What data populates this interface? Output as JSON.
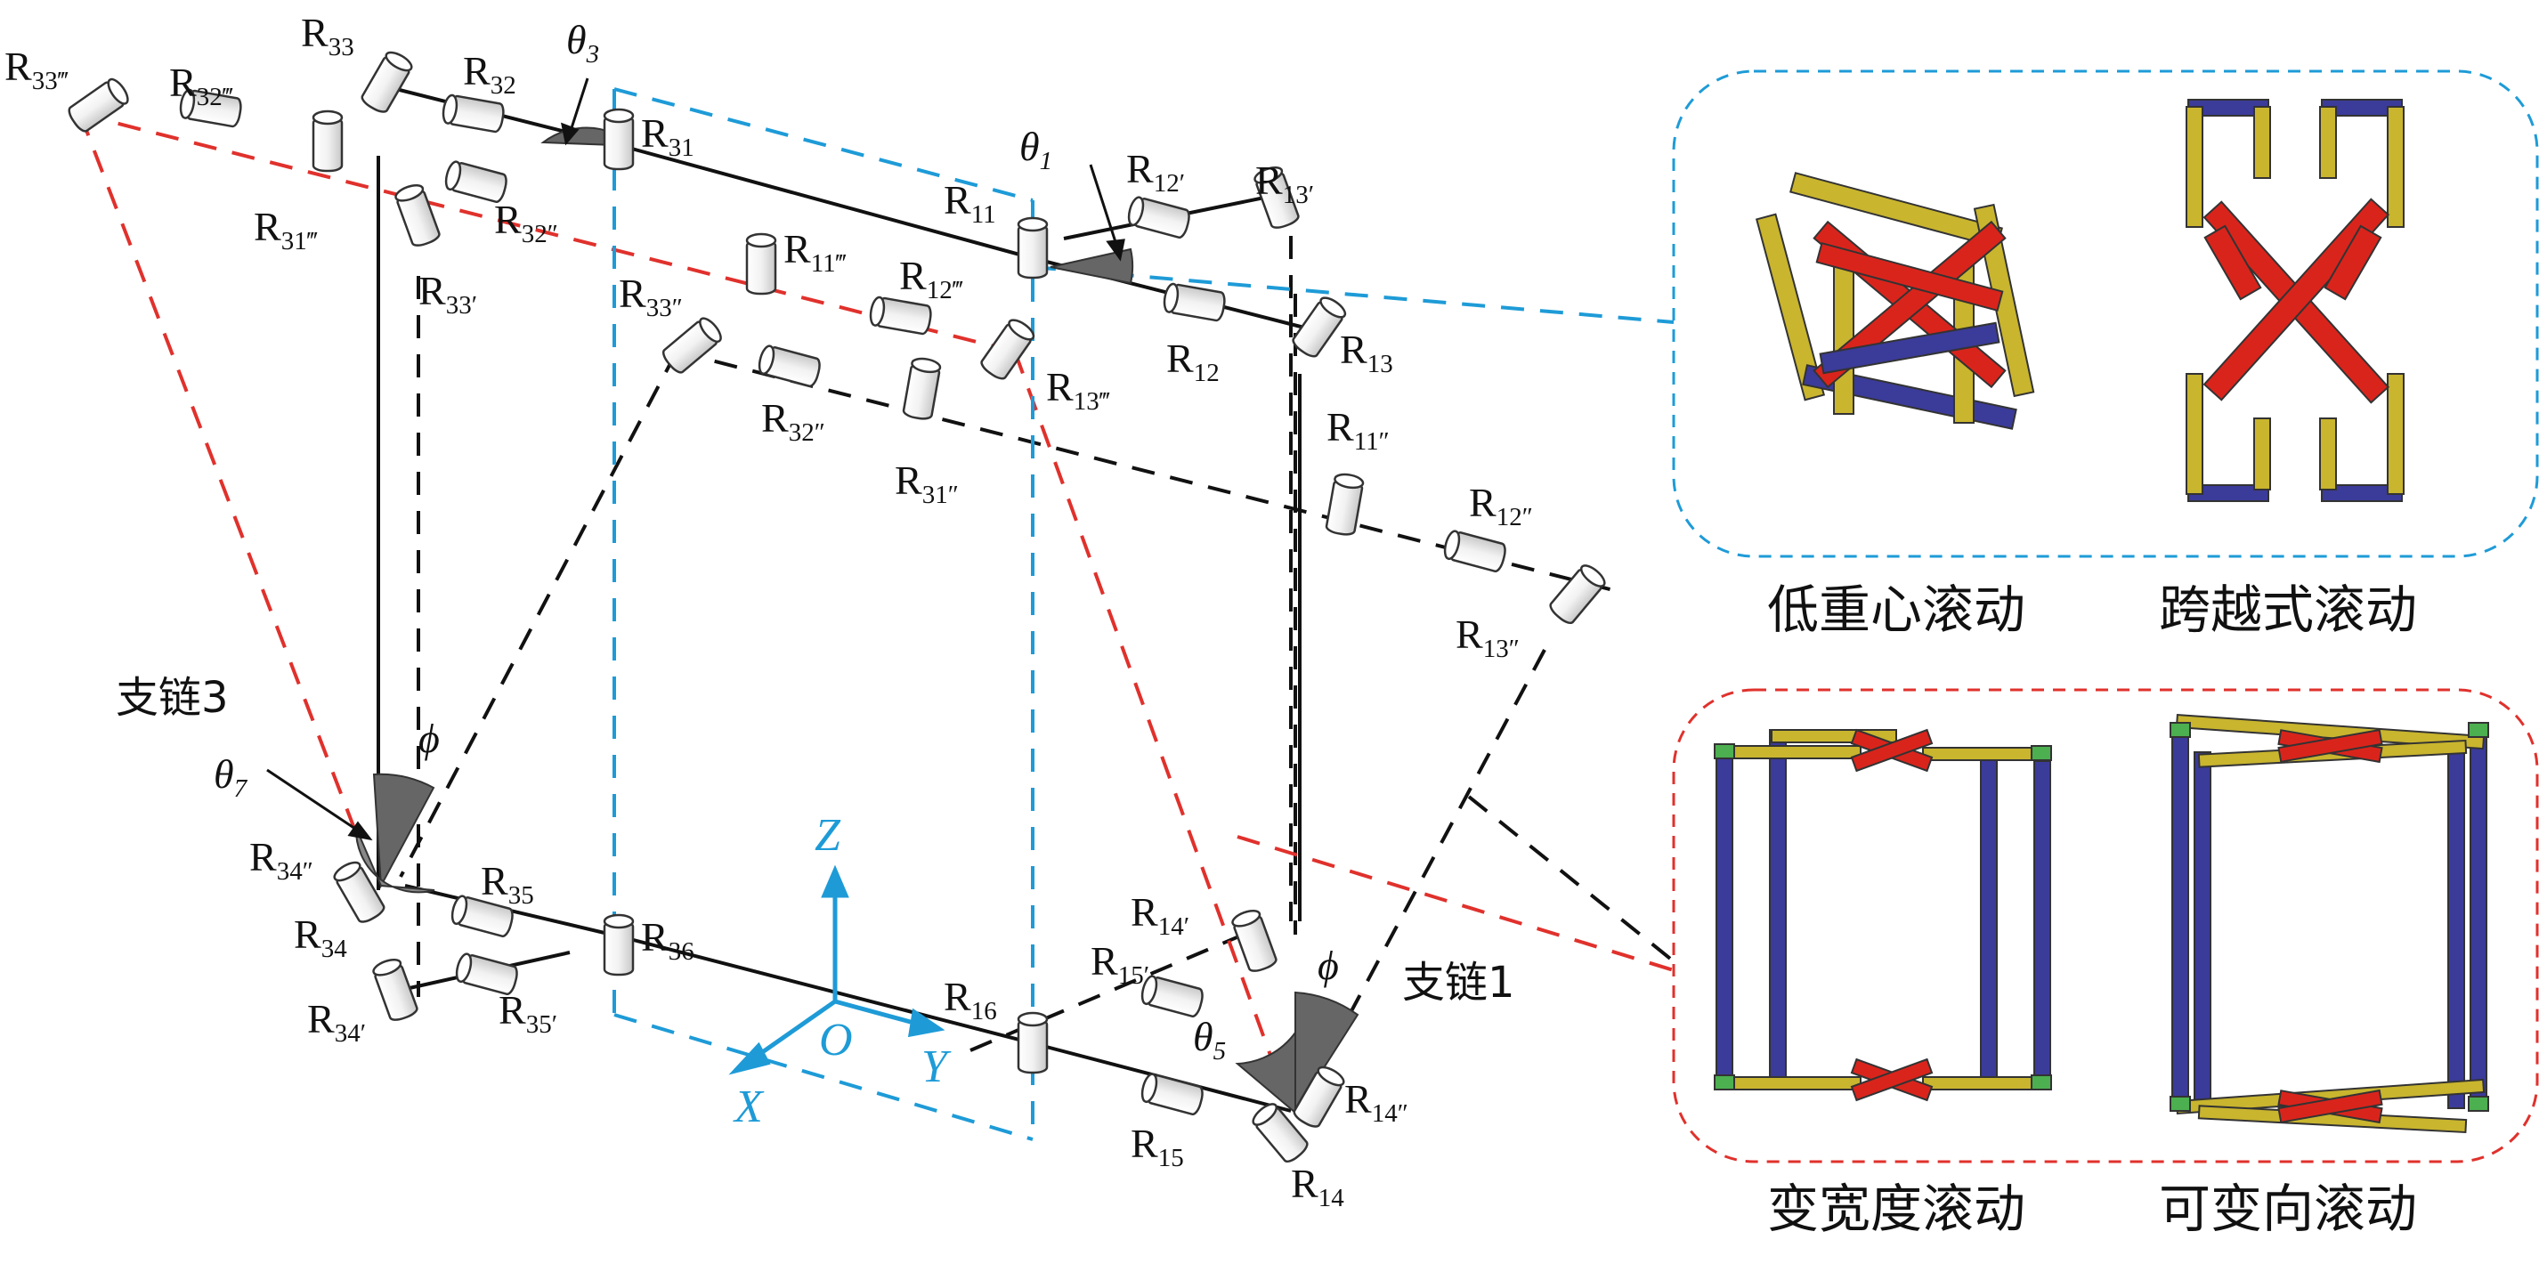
{
  "joints": {
    "R33ppp": "R33‴",
    "R32ppp": "R32‴",
    "R33": "R33",
    "R32": "R32",
    "R31": "R31",
    "R31ppp": "R31‴",
    "R32pp": "R32″",
    "R33p": "R33′",
    "R11": "R11",
    "R11ppp": "R11‴",
    "R12p": "R12′",
    "R13p": "R13′",
    "R12ppp": "R12‴",
    "R33pp": "R33″",
    "R13ppp": "R13‴",
    "R12": "R12",
    "R13": "R13",
    "R32pp_mid": "R32″",
    "R31pp": "R31″",
    "R11pp": "R11″",
    "R12pp": "R12″",
    "R13pp": "R13″",
    "R34pp": "R34″",
    "R35": "R35",
    "R36": "R36",
    "R34": "R34",
    "R34p": "R34′",
    "R35p": "R35′",
    "R14p": "R14′",
    "R15p": "R15′",
    "R16": "R16",
    "R15": "R15",
    "R14pp": "R14″",
    "R14": "R14"
  },
  "angles": {
    "theta3": "θ3",
    "theta1": "θ1",
    "theta7": "θ7",
    "theta5": "θ5",
    "phi": "ϕ"
  },
  "chains": {
    "chain3": "支链3",
    "chain1": "支链1"
  },
  "axes": {
    "z": "Z",
    "y": "Y",
    "x": "X",
    "origin": "O"
  },
  "modes": {
    "low_cog": "低重心滚动",
    "crossing": "跨越式滚动",
    "variable_width": "变宽度滚动",
    "variable_direction": "可变向滚动"
  },
  "colors": {
    "blue_frame": "#1e9bd7",
    "red_dash": "#e0312c",
    "member_red": "#d9241c",
    "member_yellow": "#c9b52e",
    "member_blue": "#3b3b9a",
    "member_green": "#4caf50",
    "sector_grey": "#666666"
  }
}
